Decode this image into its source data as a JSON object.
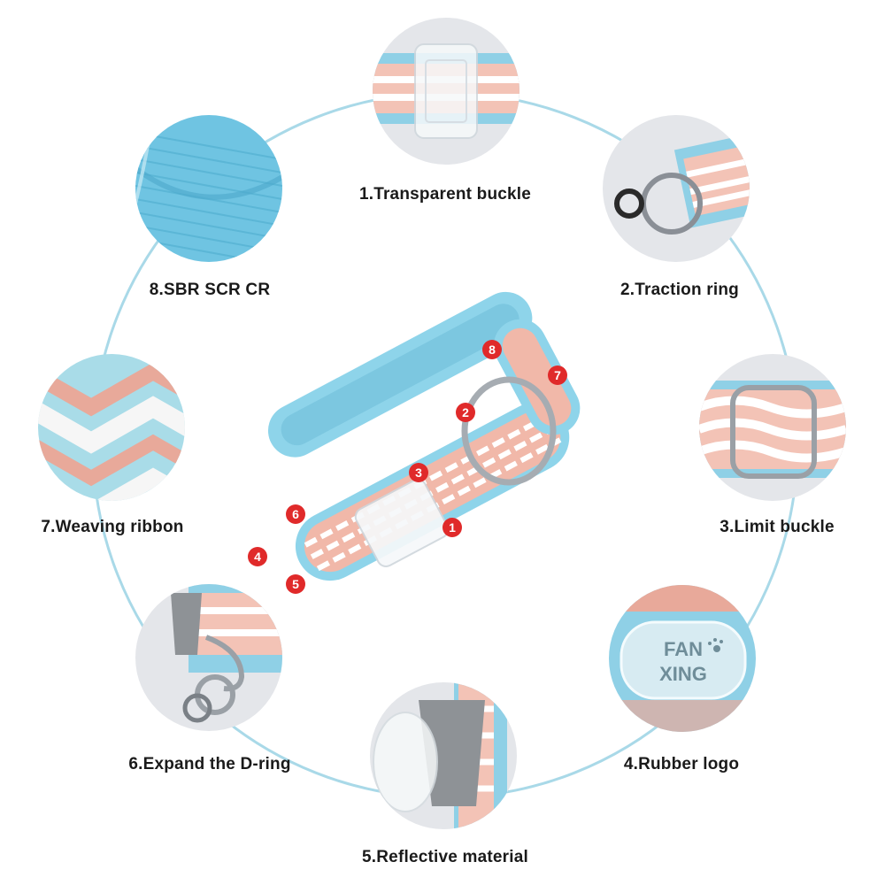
{
  "features": [
    {
      "number": "1",
      "label": "1.Transparent buckle"
    },
    {
      "number": "2",
      "label": "2.Traction ring"
    },
    {
      "number": "3",
      "label": "3.Limit buckle"
    },
    {
      "number": "4",
      "label": "4.Rubber logo"
    },
    {
      "number": "5",
      "label": "5.Reflective material"
    },
    {
      "number": "6",
      "label": "6.Expand the D-ring"
    },
    {
      "number": "7",
      "label": "7.Weaving ribbon"
    },
    {
      "number": "8",
      "label": "8.SBR SCR CR"
    }
  ],
  "logo_text": "FAN XING",
  "colors": {
    "ring": "#a9d9e8",
    "collar_blue": "#8ed4ea",
    "accent_pink": "#e8a99a",
    "marker_red": "#e02a2a"
  }
}
